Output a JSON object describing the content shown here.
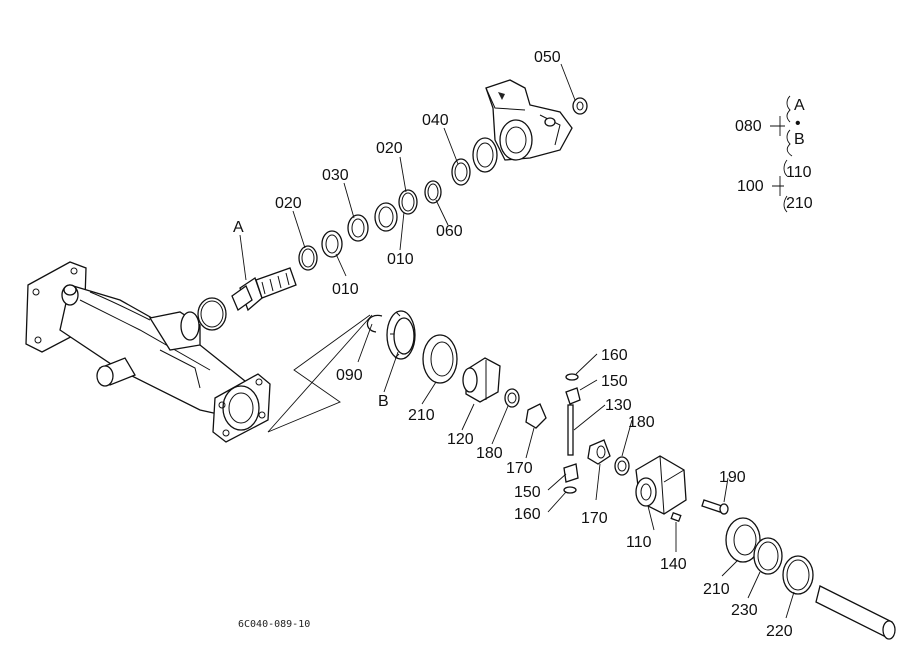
{
  "labels": {
    "p050": "050",
    "p040": "040",
    "p020a": "020",
    "p030": "030",
    "p020b": "020",
    "p010a": "010",
    "p010b": "010",
    "p060": "060",
    "A_top": "A",
    "p090": "090",
    "B_label": "B",
    "p210a": "210",
    "p120": "120",
    "p180a": "180",
    "p170a": "170",
    "p160a": "160",
    "p150a": "150",
    "p130": "130",
    "p180b": "180",
    "p150b": "150",
    "p160b": "160",
    "p170b": "170",
    "p190": "190",
    "p110": "110",
    "p140": "140",
    "p210b": "210",
    "p230": "230",
    "p220": "220"
  },
  "legend": {
    "l080": "080",
    "a": "A",
    "dot": "•",
    "b": "B",
    "l100": "100",
    "i110": "110",
    "i210": "210"
  },
  "footer_code": "6C040-089-10",
  "colors": {
    "line": "#111111",
    "background": "#ffffff"
  }
}
